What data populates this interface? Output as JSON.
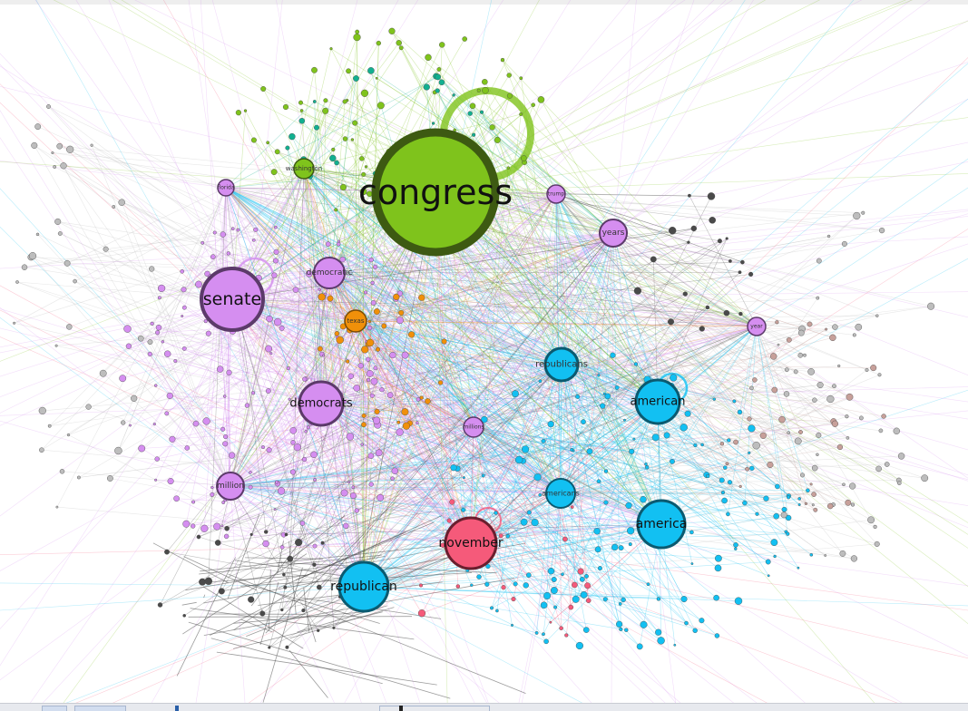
{
  "colors": {
    "green": "#7fc31c",
    "green_stroke": "#3d5a12",
    "purple": "#d58ef0",
    "purple_stroke": "#5c3a6a",
    "blue": "#12c0f2",
    "blue_stroke": "#0b5a70",
    "red": "#f55a7a",
    "red_stroke": "#6a1f2e",
    "orange": "#f0900a",
    "teal": "#12b090",
    "gray": "#bdbdbd",
    "dark": "#4a4a4a",
    "brown": "#c7a09a",
    "pink": "#f36a9a"
  },
  "graph": {
    "nodes": [
      {
        "id": "congress",
        "label": "congress",
        "group": "green",
        "size": "xl"
      },
      {
        "id": "senate",
        "label": "senate",
        "group": "purple",
        "size": "l"
      },
      {
        "id": "democrats",
        "label": "democrats",
        "group": "purple",
        "size": "m"
      },
      {
        "id": "democratic",
        "label": "democratic",
        "group": "purple",
        "size": "s"
      },
      {
        "id": "million",
        "label": "million",
        "group": "purple",
        "size": "s"
      },
      {
        "id": "years",
        "label": "years",
        "group": "purple",
        "size": "s"
      },
      {
        "id": "november",
        "label": "november",
        "group": "red",
        "size": "m"
      },
      {
        "id": "republican",
        "label": "republican",
        "group": "blue",
        "size": "m"
      },
      {
        "id": "republicans",
        "label": "republicans",
        "group": "blue",
        "size": "s"
      },
      {
        "id": "american",
        "label": "american",
        "group": "blue",
        "size": "m"
      },
      {
        "id": "america",
        "label": "america",
        "group": "blue",
        "size": "m"
      },
      {
        "id": "americans",
        "label": "americans",
        "group": "blue",
        "size": "s"
      },
      {
        "id": "texas",
        "label": "texas",
        "group": "orange",
        "size": "xs"
      },
      {
        "id": "washington",
        "label": "washington",
        "group": "green",
        "size": "xs"
      },
      {
        "id": "millions",
        "label": "millions",
        "group": "purple",
        "size": "xs"
      },
      {
        "id": "year",
        "label": "year",
        "group": "purple",
        "size": "xs"
      },
      {
        "id": "trump",
        "label": "trump",
        "group": "purple",
        "size": "xs"
      },
      {
        "id": "florida",
        "label": "florida",
        "group": "purple",
        "size": "xs"
      }
    ]
  }
}
